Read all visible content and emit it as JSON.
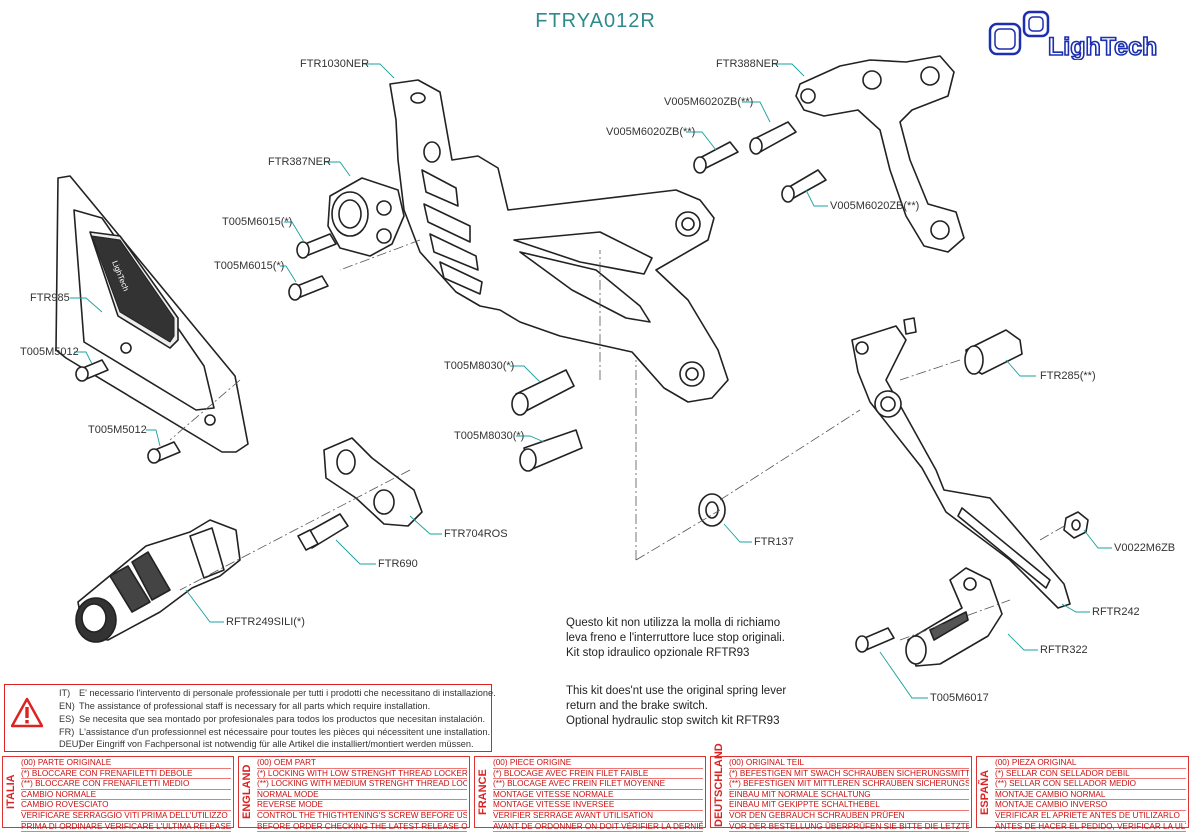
{
  "title": "FTRYA012R",
  "brand": "LighTech",
  "parts": {
    "ftr1030ner": "FTR1030NER",
    "ftr388ner": "FTR388NER",
    "v005m6020zb_a": "V005M6020ZB(**)",
    "v005m6020zb_b": "V005M6020ZB(**)",
    "v005m6020zb_c": "V005M6020ZB(**)",
    "ftr387ner": "FTR387NER",
    "t005m6015_a": "T005M6015(*)",
    "t005m6015_b": "T005M6015(*)",
    "ftr985": "FTR985",
    "t005m5012_a": "T005M5012",
    "t005m5012_b": "T005M5012",
    "t005m8030_a": "T005M8030(*)",
    "t005m8030_b": "T005M8030(*)",
    "ftr285": "FTR285(**)",
    "ftr704ros": "FTR704ROS",
    "ftr690": "FTR690",
    "ftr137": "FTR137",
    "v0022m6zb": "V0022M6ZB",
    "rftr249sili": "RFTR249SILI(*)",
    "rftr242": "RFTR242",
    "rftr322": "RFTR322",
    "t005m6017": "T005M6017"
  },
  "notes": {
    "it": [
      "Questo kit non utilizza la molla di richiamo",
      "leva freno e l'interruttore luce stop originali.",
      "Kit stop idraulico opzionale RFTR93"
    ],
    "en": [
      "This kit does'nt use the original spring lever",
      "return and the brake switch.",
      "Optional hydraulic stop switch kit RFTR93"
    ]
  },
  "warning": [
    {
      "code": "IT)",
      "text": "E' necessario l'intervento di personale professionale per tutti i prodotti che necessitano di installazione."
    },
    {
      "code": "EN)",
      "text": "The assistance of professional staff is necessary for all parts which require installation."
    },
    {
      "code": "ES)",
      "text": "Se necesita que sea montado por profesionales para todos los productos que necesitan instalación."
    },
    {
      "code": "FR)",
      "text": "L'assistance d'un professionnel est nécessaire pour toutes les pièces qui nécessitent une installation."
    },
    {
      "code": "DEU)",
      "text": "Der Eingriff von Fachpersonal ist notwendig  für alle Artikel die installiert/montiert werden müssen."
    }
  ],
  "legend": [
    {
      "lang": "ITALIA",
      "lines": [
        "(00) PARTE ORIGINALE",
        "(*)   BLOCCARE CON FRENAFILETTI DEBOLE",
        "(**)  BLOCCARE CON FRENAFILETTI MEDIO",
        "CAMBIO NORMALE",
        "CAMBIO ROVESCIATO",
        "VERIFICARE SERRAGGIO VITI PRIMA DELL'UTILIZZO",
        "PRIMA DI ORDINARE VERIFICARE L'ULTIMA RELEASE SUL SITO"
      ]
    },
    {
      "lang": "ENGLAND",
      "lines": [
        "(00) OEM PART",
        "(*)   LOCKING WITH LOW STRENGHT THREAD LOCKER",
        "(**)  LOCKING WITH MEDIUM STRENGHT THREAD LOCKER",
        "NORMAL MODE",
        "REVERSE MODE",
        "CONTROL THE THIGTHTENING'S SCREW BEFORE USING",
        "BEFORE ORDER CHECKING THE LATEST RELEASE ON WEBSITE"
      ]
    },
    {
      "lang": "FRANCE",
      "lines": [
        "(00) PIECE ORIGINE",
        "(*)   BLOCAGE AVEC FREIN FILET FAIBLE",
        "(**)  BLOCAGE AVEC FREIN FILET MOYENNE",
        "MONTAGE VITESSE NORMALE",
        "MONTAGE VITESSE INVERSEE",
        "VERIFIER SERRAGE AVANT UTILISATION",
        "AVANT DE ORDONNER ON DOIT VÉRIFIER LA DERNIÈRE RELEASE SUR LE SITE INTERNET"
      ]
    },
    {
      "lang": "DEUTSCHLAND",
      "lines": [
        "(00) ORIGINAL TEIL",
        "(*)   BEFESTIGEN MIT SWACH SCHRAUBEN SICHERUNGSMITTEL",
        "(**)  BEFESTIGEN MIT MITTLEREN SCHRAUBEN SICHERUNGSMITTEL",
        "EINBAU MIT NORMALE SCHALTUNG",
        "EINBAU MIT GEKIPPTE SCHALTHEBEL",
        "VOR DEN GEBRAUCH SCHRAUBEN PRÜFEN",
        "VOR DER BESTELLUNG ÜBERPRÜFEN SIE BITTE DIE LETZTE VERSION DIESER ARTIKEL AUF DER INTERNET SEITE VON LIGHTECH"
      ]
    },
    {
      "lang": "ESPAÑA",
      "lines": [
        "(00) PIEZA ORIGINAL",
        "(*)   SELLAR CON SELLADOR DEBIL",
        "(**)  SELLAR CON SELLADOR MEDIO",
        "MONTAJE  CAMBIO NORMAL",
        "MONTAJE  CAMBIO INVERSO",
        "VERIFICAR EL APRIETE ANTES DE UTILIZARLO",
        "ANTES DE HACER EL PEDIDO, VERIFICAR LA ULTIMA VERSION EN LA WEB LIGHTECH"
      ]
    }
  ],
  "colors": {
    "title": "#2e8b8b",
    "leader": "#1aa0a0",
    "warning": "#d22222",
    "logo": "#1c2fb0",
    "ink": "#222222"
  }
}
